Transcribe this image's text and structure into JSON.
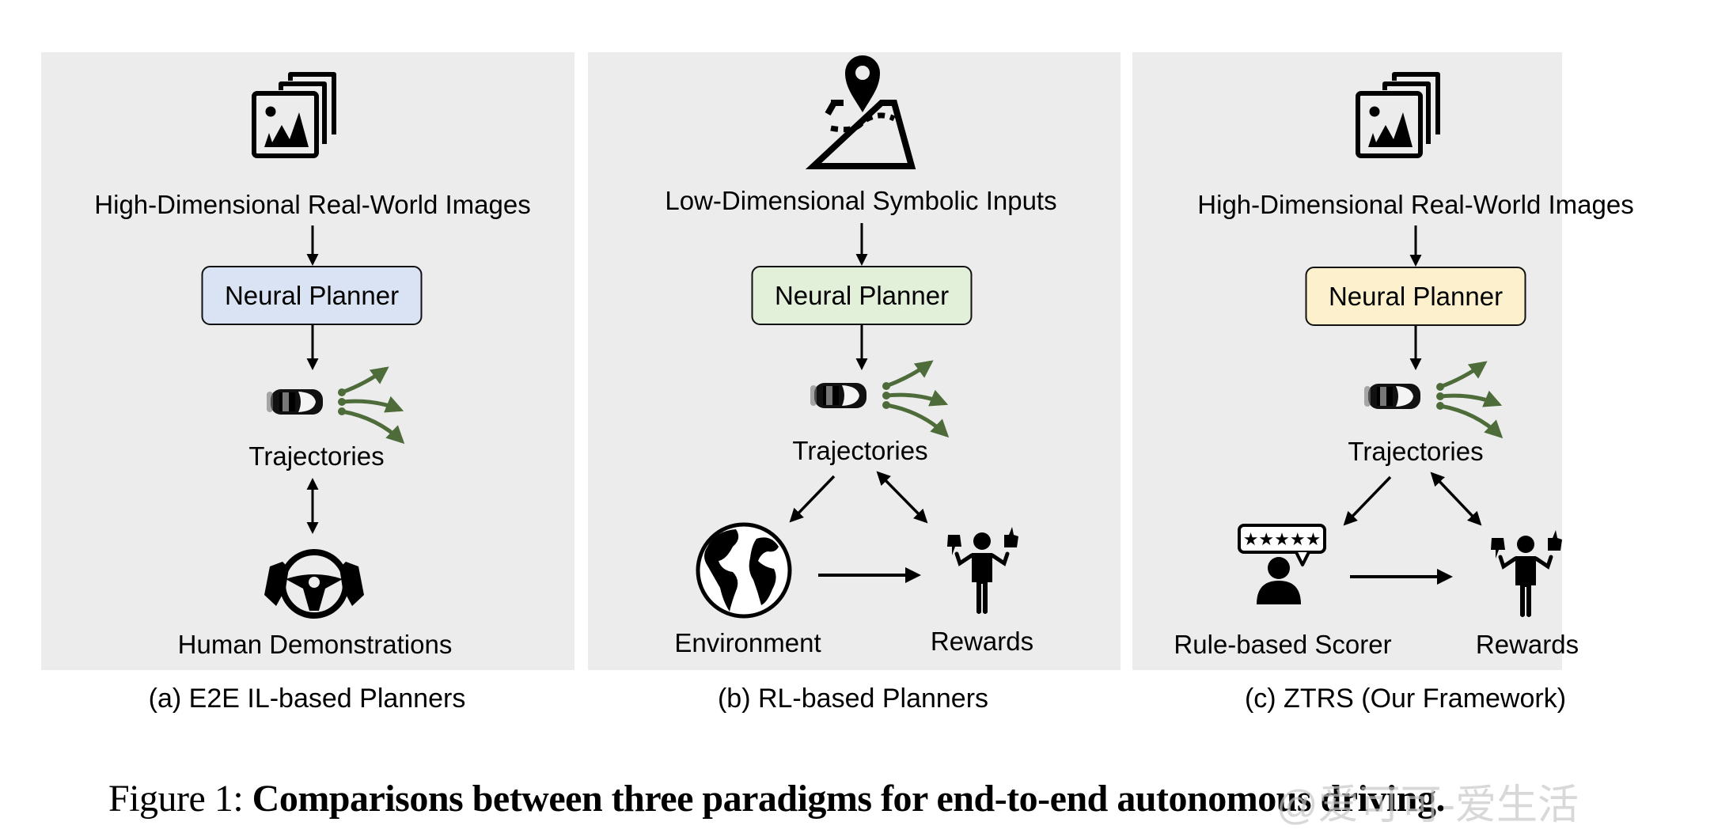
{
  "panels": [
    {
      "id": "a",
      "input_label": "High-Dimensional Real-World Images",
      "input_icon": "image-stack-icon",
      "planner_label": "Neural Planner",
      "planner_color": "#dae3f3",
      "output_label": "Trajectories",
      "bottom_items": [
        {
          "label": "Human Demonstrations",
          "icon": "steering-wheel-hands-icon"
        }
      ],
      "caption": "(a) E2E IL-based Planners"
    },
    {
      "id": "b",
      "input_label": "Low-Dimensional Symbolic Inputs",
      "input_icon": "map-pin-icon",
      "planner_label": "Neural Planner",
      "planner_color": "#e2efd9",
      "output_label": "Trajectories",
      "bottom_items": [
        {
          "label": "Environment",
          "icon": "globe-icon"
        },
        {
          "label": "Rewards",
          "icon": "person-thumbs-icon"
        }
      ],
      "caption": "(b) RL-based Planners"
    },
    {
      "id": "c",
      "input_label": "High-Dimensional Real-World Images",
      "input_icon": "image-stack-icon",
      "planner_label": "Neural Planner",
      "planner_color": "#fdf1cd",
      "output_label": "Trajectories",
      "bottom_items": [
        {
          "label": "Rule-based Scorer",
          "icon": "rating-person-icon"
        },
        {
          "label": "Rewards",
          "icon": "person-thumbs-icon"
        }
      ],
      "caption": "(c) ZTRS (Our Framework)"
    }
  ],
  "colors": {
    "panel_bg": "#ececec",
    "trajectory_arrow": "#4e6b3a"
  },
  "figure_caption": {
    "prefix": "Figure 1:",
    "text": "Comparisons between three paradigms for end-to-end autonomous driving."
  },
  "watermark": "@爱可可-爱生活"
}
